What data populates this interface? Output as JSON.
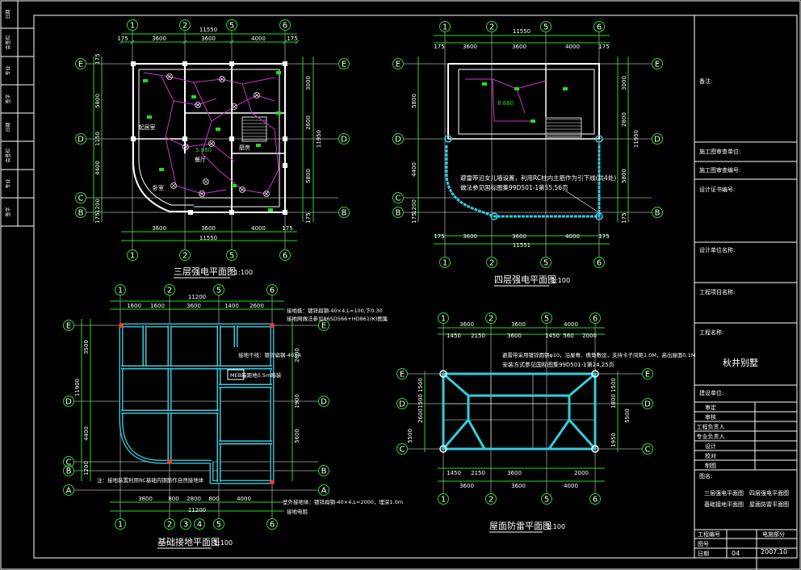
{
  "colors": {
    "background": "#000000",
    "line": "#ffffff",
    "axis_bubble": "#22dd22",
    "wiring": "#cc33cc",
    "dimension": "#22dd22",
    "grounding": "#33ccdd",
    "accent": "#ff3333"
  },
  "left_strip": {
    "labels": [
      "日期",
      "会签栏",
      "专业",
      "签字",
      "日期",
      "会签栏",
      "专业",
      "签字"
    ]
  },
  "plan3": {
    "title": "三层强电平面图",
    "scale": "1:100",
    "top_axes": [
      "1",
      "2",
      "5",
      "6"
    ],
    "bottom_axes": [
      "1",
      "2",
      "5",
      "6"
    ],
    "left_axes": [
      "E",
      "D",
      "C",
      "B"
    ],
    "right_axes": [
      "E",
      "D",
      "B"
    ],
    "total_top": "11550",
    "total_bottom": "11550",
    "spans_top": [
      "175",
      "3600",
      "3600",
      "4000",
      "175"
    ],
    "spans_bottom": [
      "3600",
      "3600",
      "4000",
      "175"
    ],
    "left_dims": [
      "175",
      "5800",
      "1150",
      "4400",
      "1200",
      "175"
    ],
    "right_dims": [
      "3000",
      "2600",
      "5800",
      "175",
      "11950"
    ],
    "room_labels": [
      "起居室",
      "餐厅",
      "厨房",
      "5.880",
      "卧室"
    ]
  },
  "plan4": {
    "title": "四层强电平面图",
    "scale": "1:100",
    "top_axes": [
      "1",
      "2",
      "5",
      "6"
    ],
    "bottom_axes": [
      "1",
      "2",
      "5",
      "6"
    ],
    "left_axes": [
      "E",
      "D",
      "C",
      "B"
    ],
    "right_axes": [
      "E",
      "D",
      "B"
    ],
    "total_top": "11550",
    "total_bottom": "11551",
    "spans_top": [
      "175",
      "3600",
      "3600",
      "4000",
      "175"
    ],
    "spans_bottom": [
      "175",
      "3600",
      "3600",
      "4000",
      "175"
    ],
    "left_dims": [
      "5800",
      "4400",
      "1200",
      "175"
    ],
    "right_dims": [
      "3000",
      "2800",
      "5800",
      "175",
      "11950"
    ],
    "elevation": "8.880",
    "note": "避雷带沿女儿墙设置，利用RC柱内主筋作为引下线(共4处)",
    "note2": "做法参见国标图集99D501-1第55,56页"
  },
  "plan_ground": {
    "title": "基础接地平面图",
    "scale": "1:100",
    "top_axes": [
      "1",
      "2",
      "5",
      "6"
    ],
    "bottom_axes": [
      "1",
      "2",
      "3",
      "4",
      "5",
      "6"
    ],
    "left_axes": [
      "E",
      "D",
      "C",
      "B",
      "A"
    ],
    "right_axes": [
      "E",
      "D",
      "B",
      "A"
    ],
    "total_top": "11200",
    "total_bottom": "11200",
    "spans_top": [
      "1600",
      "1600",
      "3600",
      "1400",
      "2600"
    ],
    "spans_bottom": [
      "3800",
      "800",
      "2800",
      "800",
      "4000"
    ],
    "left_dims": [
      "3500",
      "11900",
      "4400",
      "1200"
    ],
    "right_dims": [
      "2600",
      "1900",
      "5600"
    ],
    "note_a": "接地极：镀锌扁钢-40×4,L=100,下0.30",
    "note_b": "接地网做法参见86SD566+HD861(K)图集",
    "note_c": "MEB箱距地0.5m暗装",
    "note_d": "接地干线：镀锌扁钢-40X4",
    "note_e": "室外接地体：镀锌扁钢-40×4,L=2000，埋深1.0m",
    "note_f": "接地电阻",
    "note_g": "注：接地装置利用RC基础内钢筋作自然接地体"
  },
  "plan_roof": {
    "title": "屋面防雷平面图",
    "scale": "1:100",
    "top_axes": [
      "1",
      "2",
      "5",
      "6"
    ],
    "bottom_axes": [
      "1",
      "2",
      "5",
      "6"
    ],
    "left_axes": [
      "E",
      "D",
      "C"
    ],
    "right_axes": [
      "E",
      "D",
      "C"
    ],
    "top_dims": [
      "1450",
      "2150",
      "3600",
      "1450",
      "560",
      "2000"
    ],
    "top_dims2": [
      "3600",
      "3600",
      "4000"
    ],
    "bottom_dims": [
      "1450",
      "2150",
      "3600",
      "2000"
    ],
    "bottom_dims2": [
      "3600",
      "3600",
      "4000"
    ],
    "left_dims": [
      "1500",
      "1500",
      "2600",
      "5500"
    ],
    "right_dims": [
      "1500",
      "1800",
      "5500",
      "1950"
    ],
    "note": "避雷带采用镀锌圆钢φ10，沿屋脊、檐角敷设，支持卡子间距1.0M，高出屋面0.1M",
    "note2": "安装方式参见国标图集99D501-1第24,25页"
  },
  "title_block": {
    "remark": "备注:",
    "rows": [
      "施工图审查单位:",
      "施工图审查编号:",
      "设计证书编号:",
      "设计单位名称:",
      "工程项目名称:"
    ],
    "project_name_label": "工程名称:",
    "project_name": "秋井别墅",
    "unit_label": "建设单位:",
    "sign_rows": [
      "审定",
      "审核",
      "工程负责人",
      "专业负责人",
      "设计",
      "校对",
      "制图"
    ],
    "drawing_label": "图名:",
    "drawing_names": [
      "三层强电平面图",
      "四层强电平面图",
      "基础接地平面图",
      "屋面防雷平面图"
    ],
    "bottom": {
      "project_no_label": "工程编号",
      "category": "电施部分",
      "drawing_no_label": "图号",
      "drawing_no": "04",
      "date_label": "日期",
      "date": "2007.10"
    }
  }
}
